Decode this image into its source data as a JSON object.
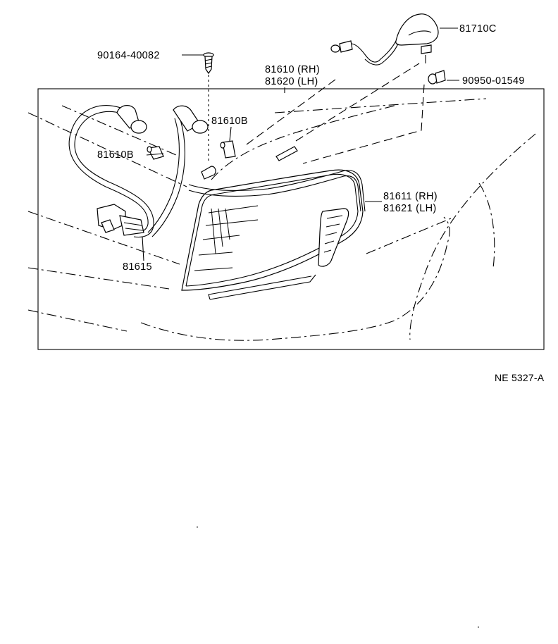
{
  "labels": {
    "screw": "90164-40082",
    "lamp_rh": "81610 (RH)",
    "lamp_lh": "81620 (LH)",
    "side_marker": "81710C",
    "bulb_small": "90950-01549",
    "socket_right": "81610B",
    "socket_left": "81610B",
    "lens_rh": "81611 (RH)",
    "lens_lh": "81621 (LH)",
    "harness": "81615"
  },
  "reference_code": "NE 5327-A"
}
